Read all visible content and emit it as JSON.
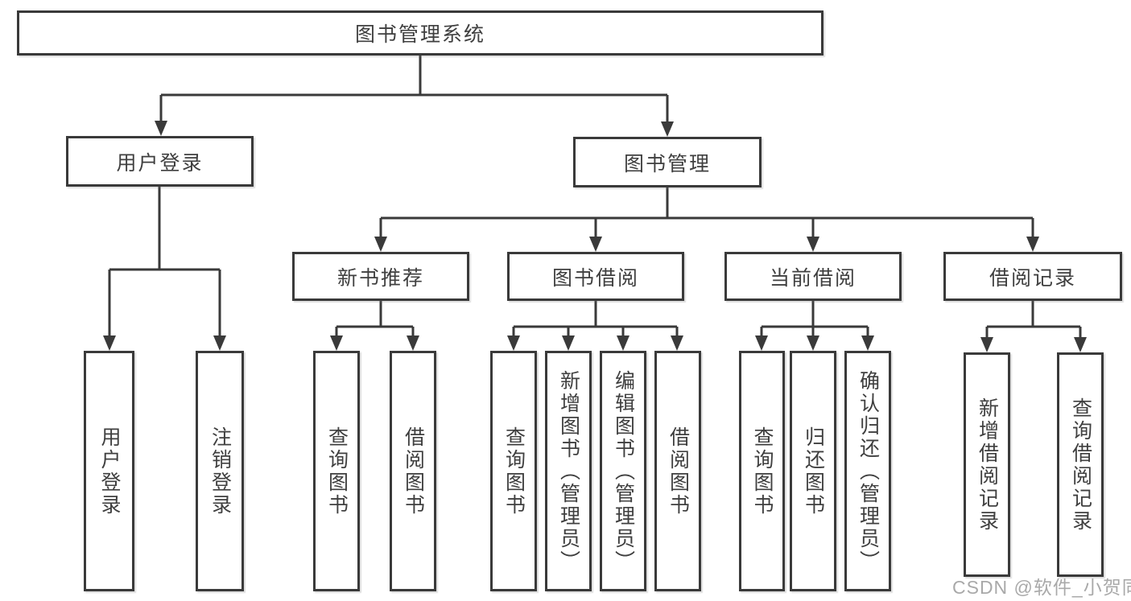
{
  "nodes": {
    "root": {
      "label": "图书管理系统"
    },
    "level2": [
      {
        "label": "用户登录"
      },
      {
        "label": "图书管理"
      }
    ],
    "level3": [
      {
        "label": "新书推荐"
      },
      {
        "label": "图书借阅"
      },
      {
        "label": "当前借阅"
      },
      {
        "label": "借阅记录"
      }
    ],
    "leaves": {
      "user_login": [
        {
          "label": "用户登录"
        },
        {
          "label": "注销登录"
        }
      ],
      "new_book": [
        {
          "label": "查询图书"
        },
        {
          "label": "借阅图书"
        }
      ],
      "book_borrow": [
        {
          "label": "查询图书"
        },
        {
          "label": "新增图书（管理员）"
        },
        {
          "label": "编辑图书（管理员）"
        },
        {
          "label": "借阅图书"
        }
      ],
      "current_borrow": [
        {
          "label": "查询图书"
        },
        {
          "label": "归还图书"
        },
        {
          "label": "确认归还（管理员）"
        }
      ],
      "borrow_record": [
        {
          "label": "新增借阅记录"
        },
        {
          "label": "查询借阅记录"
        }
      ]
    }
  },
  "watermark": {
    "text": "CSDN @软件_小贺同学"
  },
  "colors": {
    "line": "#3a3a3a",
    "text": "#3f3f3f",
    "watermark": "#a9a9a9",
    "background": "#ffffff"
  }
}
